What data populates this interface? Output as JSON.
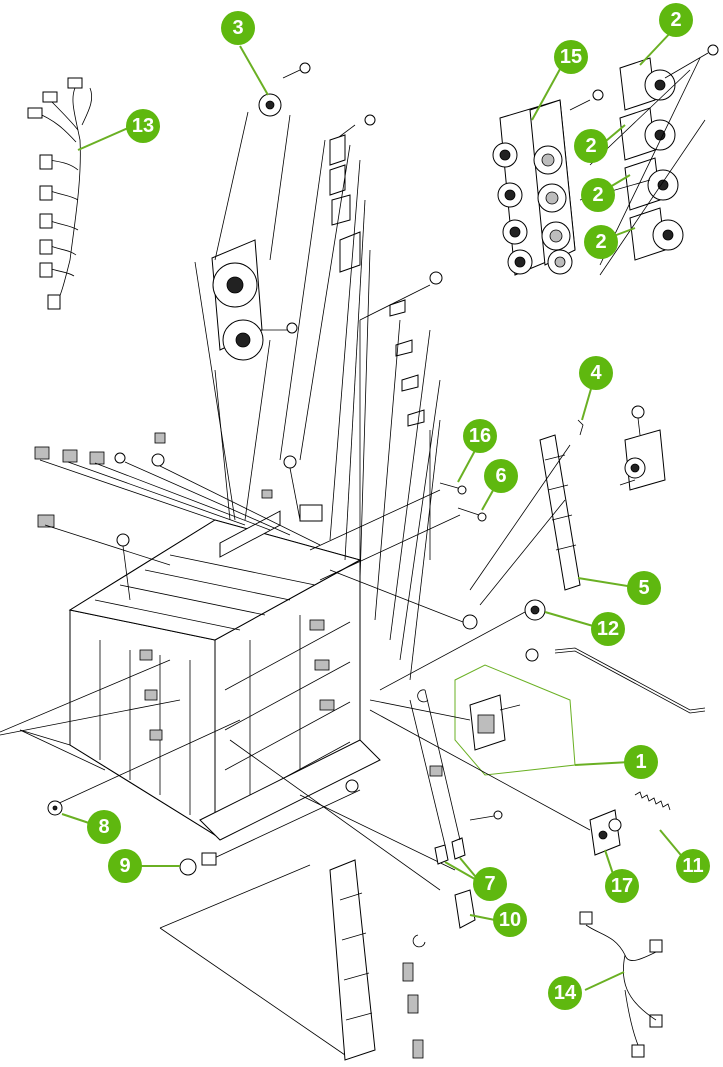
{
  "callouts": [
    {
      "label": "1"
    },
    {
      "label": "2"
    },
    {
      "label": "2"
    },
    {
      "label": "2"
    },
    {
      "label": "2"
    },
    {
      "label": "3"
    },
    {
      "label": "4"
    },
    {
      "label": "5"
    },
    {
      "label": "6"
    },
    {
      "label": "7"
    },
    {
      "label": "8"
    },
    {
      "label": "9"
    },
    {
      "label": "10"
    },
    {
      "label": "11"
    },
    {
      "label": "12"
    },
    {
      "label": "13"
    },
    {
      "label": "14"
    },
    {
      "label": "15"
    },
    {
      "label": "16"
    },
    {
      "label": "17"
    }
  ],
  "colors": {
    "callout": "#5fb80f",
    "leader": "#6ab023",
    "line": "#000000"
  }
}
